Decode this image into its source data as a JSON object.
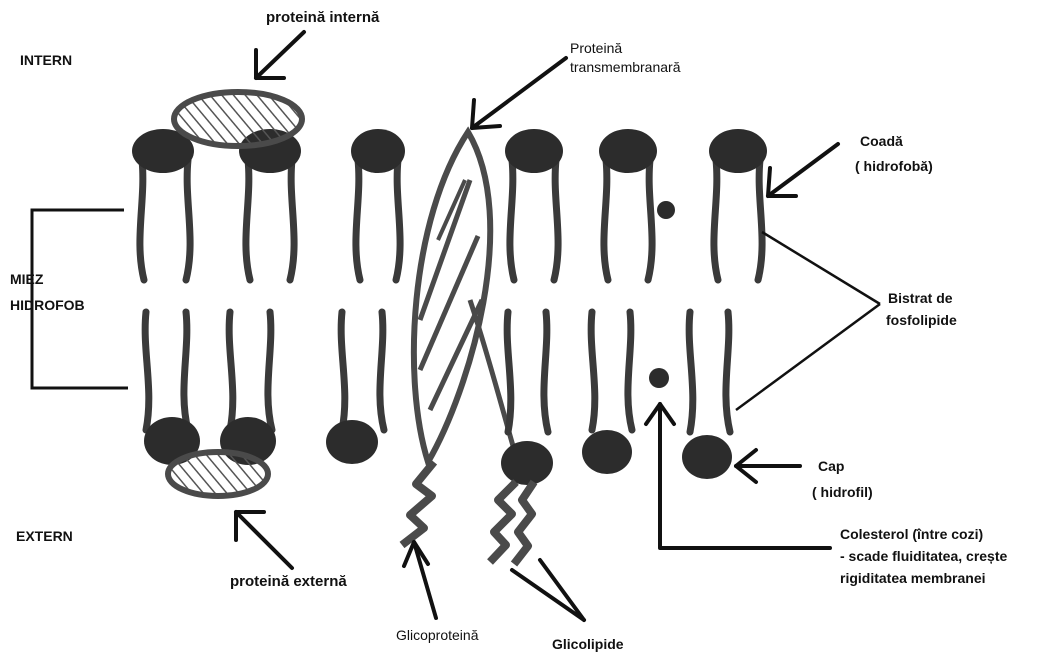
{
  "diagram": {
    "side_labels": {
      "intern": "INTERN",
      "extern": "EXTERN",
      "core_line1": "MIEZ",
      "core_line2": "HIDROFOB"
    },
    "labels": {
      "internal_protein": "proteină internă",
      "external_protein": "proteină externă",
      "transmembrane_line1": "Proteină",
      "transmembrane_line2": "transmembranară",
      "tail_line1": "Coadă",
      "tail_line2": "( hidrofobă)",
      "bilayer_line1": "Bistrat de",
      "bilayer_line2": "fosfolipide",
      "head_line1": "Cap",
      "head_line2": "( hidrofil)",
      "cholesterol_line1": "Colesterol (între cozi)",
      "cholesterol_line2": "- scade fluiditatea, crește",
      "cholesterol_line3": "rigiditatea membranei",
      "glycoprotein": "Glicoproteină",
      "glycolipids": "Glicolipide"
    },
    "colors": {
      "ink": "#111111",
      "head_fill": "#2c2c2c",
      "tail_stroke": "#3a3a3a",
      "protein_stroke": "#4a4a4a",
      "background": "#ffffff"
    }
  }
}
